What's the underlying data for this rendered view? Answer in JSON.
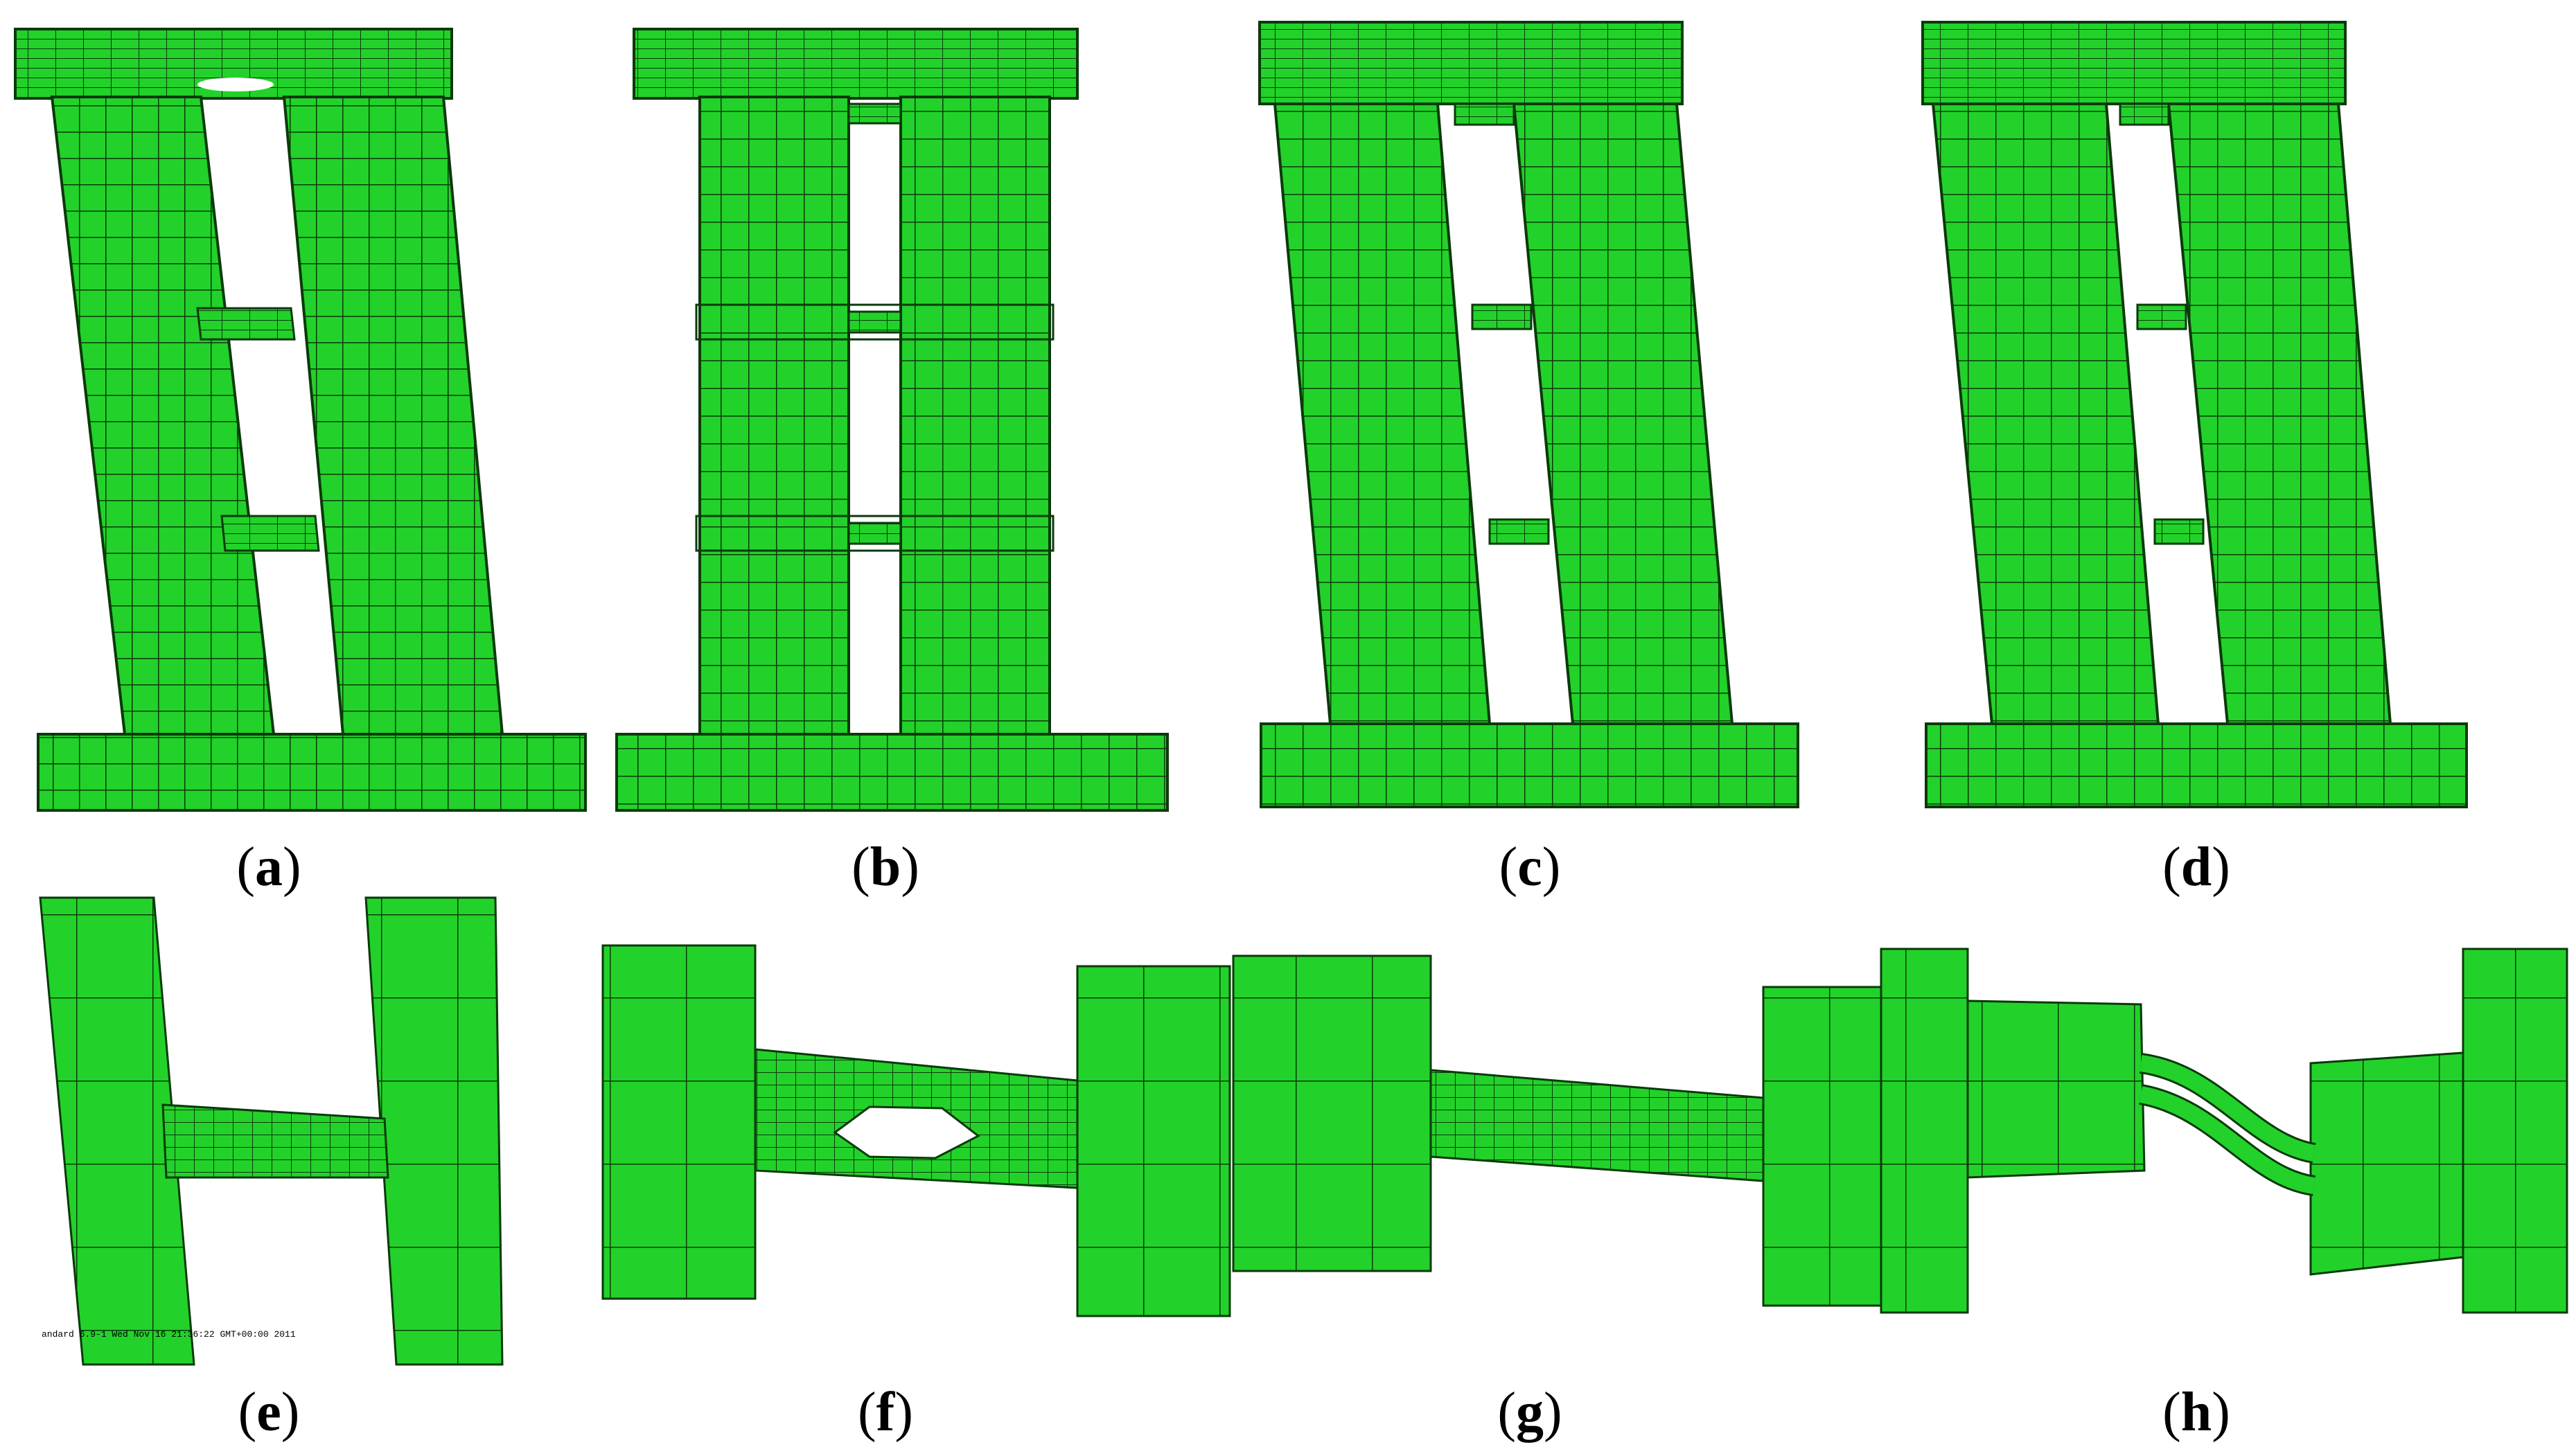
{
  "colors": {
    "mesh_fill": "#22d22a",
    "mesh_line": "#0a3a0a",
    "background": "#ffffff"
  },
  "panels": [
    {
      "id": "a",
      "caption_open": "(",
      "caption_letter": "a",
      "caption_close": ")"
    },
    {
      "id": "b",
      "caption_open": "(",
      "caption_letter": "b",
      "caption_close": ")"
    },
    {
      "id": "c",
      "caption_open": "(",
      "caption_letter": "c",
      "caption_close": ")"
    },
    {
      "id": "d",
      "caption_open": "(",
      "caption_letter": "d",
      "caption_close": ")"
    },
    {
      "id": "e",
      "caption_open": "(",
      "caption_letter": "e",
      "caption_close": ")"
    },
    {
      "id": "f",
      "caption_open": "(",
      "caption_letter": "f",
      "caption_close": ")"
    },
    {
      "id": "g",
      "caption_open": "(",
      "caption_letter": "g",
      "caption_close": ")"
    },
    {
      "id": "h",
      "caption_open": "(",
      "caption_letter": "h",
      "caption_close": ")"
    }
  ],
  "stamp_text": "andard 6.9-1   Wed Nov 16 21:36:22 GMT+00:00 2011"
}
